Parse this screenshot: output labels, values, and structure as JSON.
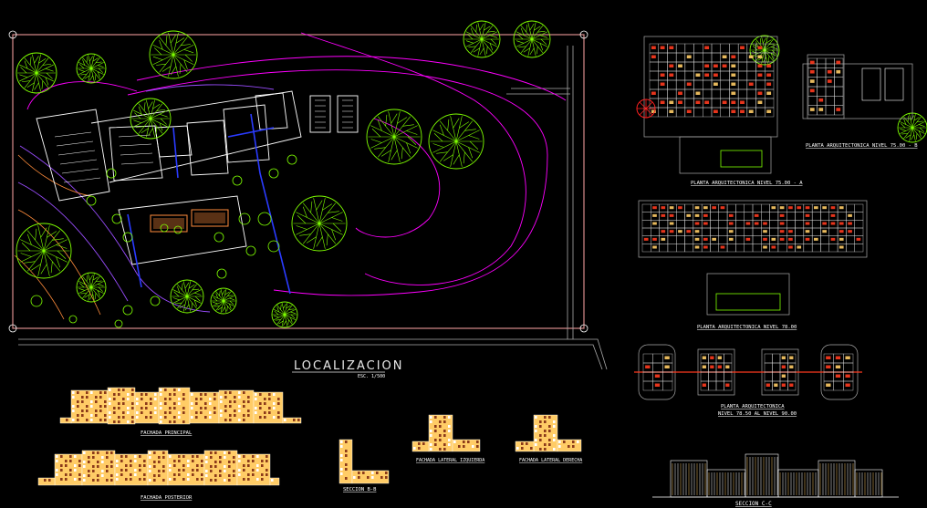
{
  "site_plan": {
    "title": "LOCALIZACION",
    "scale": "ESC. 1/500"
  },
  "plans": {
    "level_a": "PLANTA ARQUITECTONICA NIVEL 75.00 - A",
    "level_b": "PLANTA ARQUITECTONICA NIVEL 75.00 - B",
    "level_7800": "PLANTA ARQUITECTONICA NIVEL 78.00",
    "level_range": "PLANTA ARQUITECTONICA",
    "level_range_sub": "NIVEL 78.50 AL NIVEL 90.00"
  },
  "elevations": {
    "main": "FACHADA PRINCIPAL",
    "rear": "FACHADA POSTERIOR",
    "section_bb": "SECCION B-B",
    "left_side": "FACHADA LATERAL IZQUIERDA",
    "right_side": "FACHADA LATERAL DERECHA",
    "section_cc": "SECCION C-C"
  },
  "colors": {
    "background": "#000000",
    "trees": "#7fff00",
    "contours": "#ff00ff",
    "buildings": "#ffffff",
    "facade_fill": "#ffcc66",
    "window_dark": "#8b3a1a",
    "room_red": "#ff3b1f",
    "site_border": "#d98c8c",
    "road": "#bbbbbb",
    "wall_blue": "#2a3bff",
    "compass": "#ff2020"
  }
}
